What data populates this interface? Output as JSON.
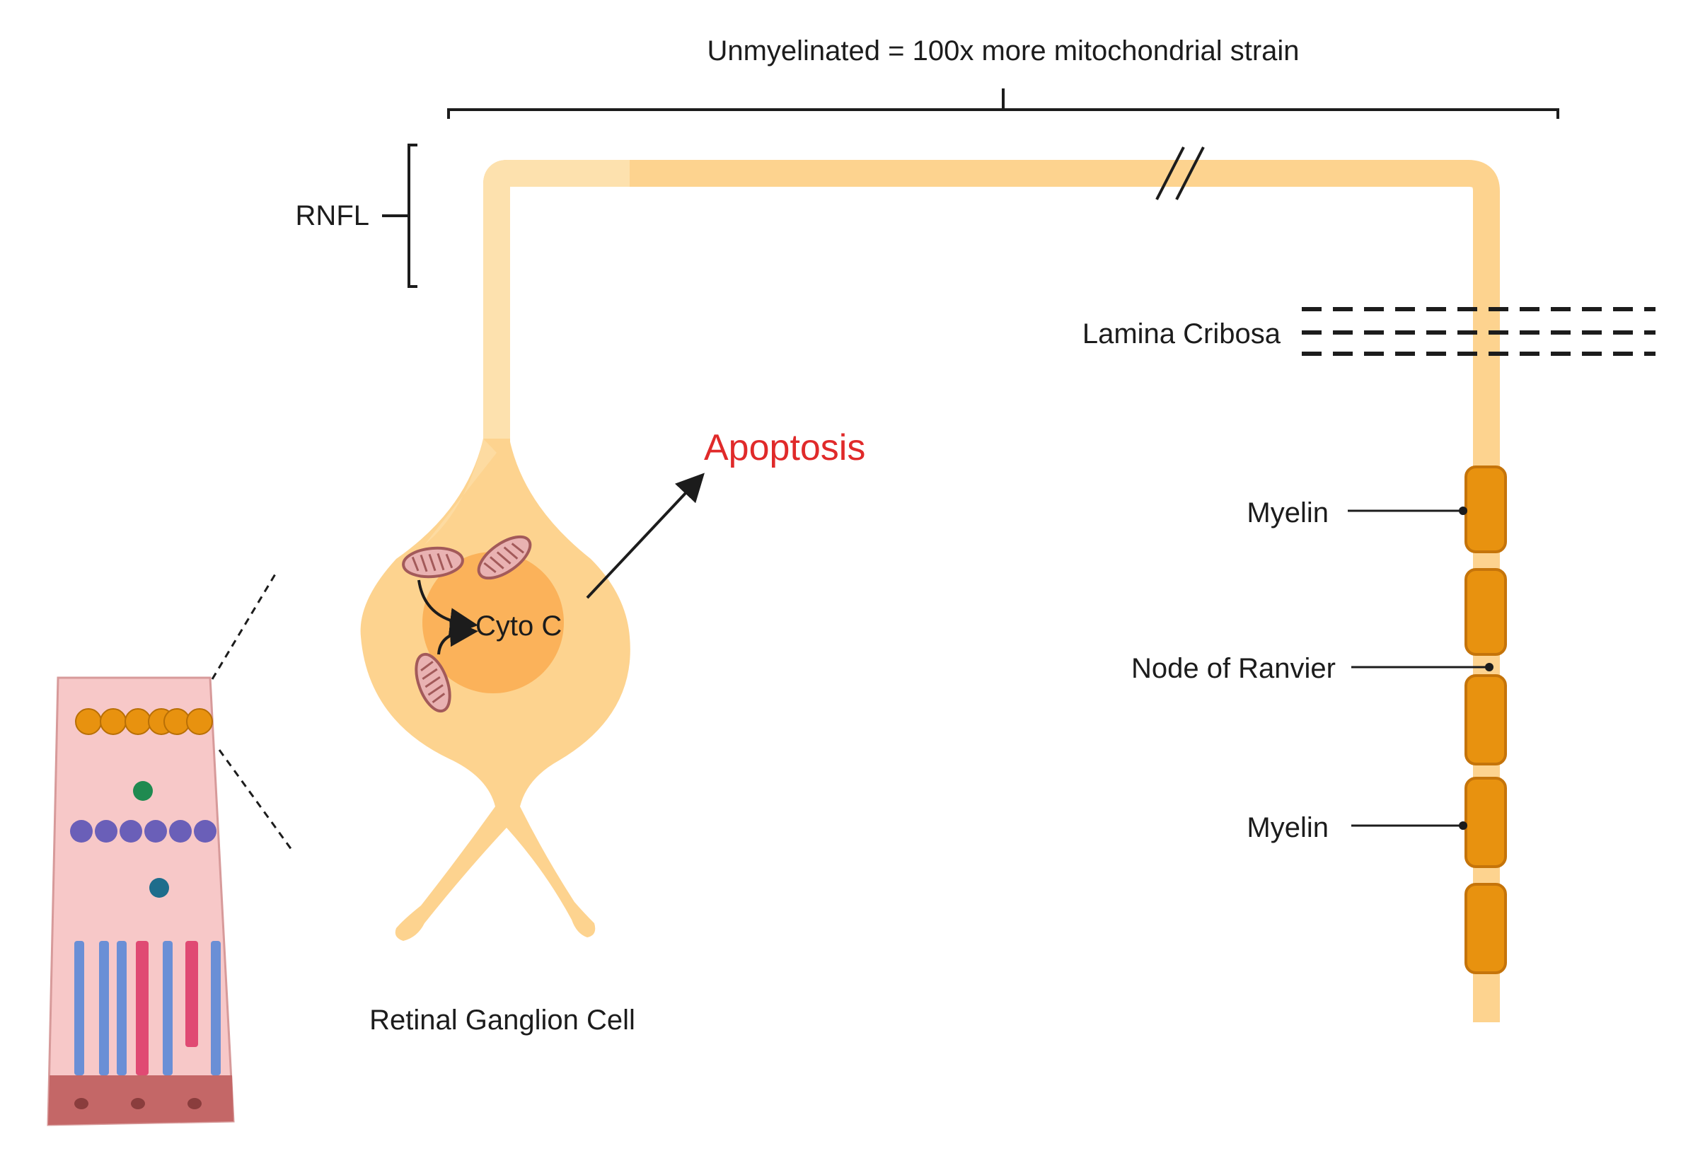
{
  "labels": {
    "top_bracket": "Unmyelinated = 100x more mitochondrial strain",
    "rnfl": "RNFL",
    "lamina": "Lamina Cribosa",
    "apoptosis": "Apoptosis",
    "cyto_c": "Cyto C",
    "myelin_1": "Myelin",
    "node": "Node of Ranvier",
    "myelin_2": "Myelin",
    "cell_name": "Retinal Ganglion Cell"
  },
  "colors": {
    "axon": "#fdd38f",
    "axon_light": "#fde1ae",
    "soma": "#fdd38f",
    "nucleus": "#fbb25a",
    "myelin": "#e8920f",
    "myelin_dark": "#c5740a",
    "apoptosis": "#e02a2a",
    "mitochondria": "#e9b2b2",
    "tissue": "#f7c8c8",
    "ink": "#1c1c1c"
  }
}
